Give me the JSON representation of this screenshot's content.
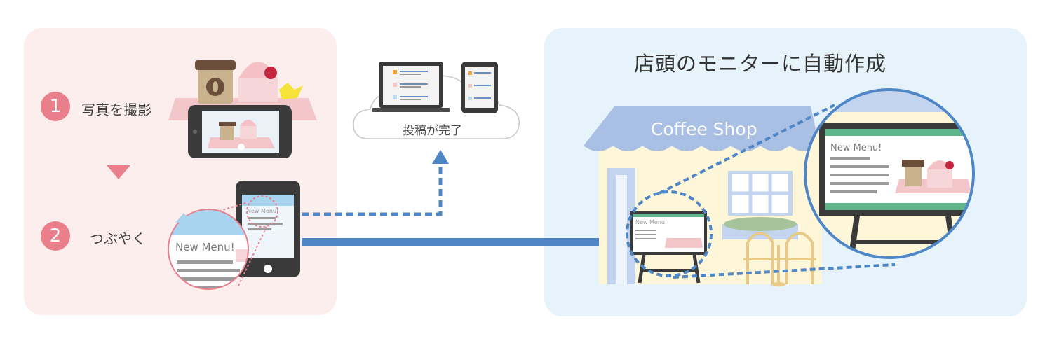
{
  "steps": [
    {
      "number": "1",
      "label": "写真を撮影"
    },
    {
      "number": "2",
      "label": "つぶやく"
    }
  ],
  "cloud": {
    "label": "投稿が完了"
  },
  "right_panel": {
    "title": "店頭のモニターに自動作成"
  },
  "shop": {
    "awning_text": "Coffee Shop"
  },
  "menu": {
    "title": "New Menu!"
  },
  "colors": {
    "left_bg": "#fdeeee",
    "right_bg": "#e6f3fb",
    "accent_pink": "#ea7f8c",
    "accent_blue": "#4f86c6",
    "awning_blue": "#a9bfe4",
    "monitor_green": "#5fb68a"
  }
}
